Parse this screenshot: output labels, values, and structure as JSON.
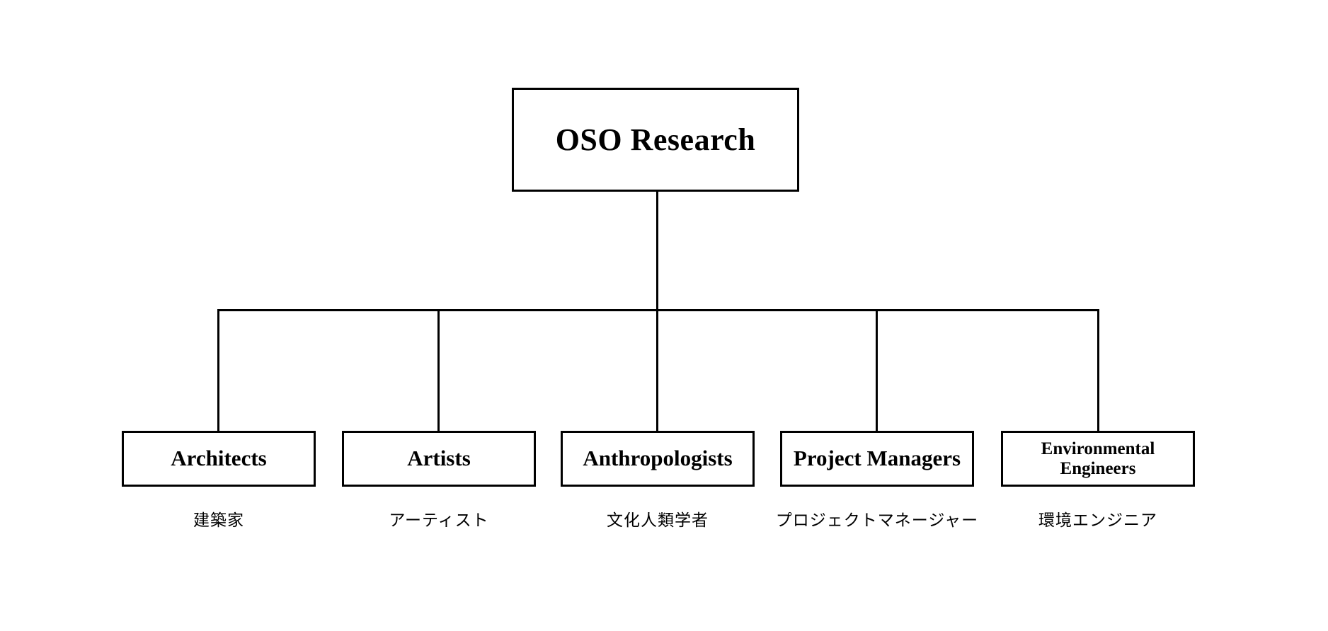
{
  "colors": {
    "background": "#ffffff",
    "line": "#000000",
    "text": "#000000"
  },
  "org_chart": {
    "root": {
      "label": "OSO Research"
    },
    "children": [
      {
        "label": "Architects",
        "caption": "建築家"
      },
      {
        "label": "Artists",
        "caption": "アーティスト"
      },
      {
        "label": "Anthropologists",
        "caption": "文化人類学者"
      },
      {
        "label": "Project Managers",
        "caption": "プロジェクトマネージャー"
      },
      {
        "label": "Environmental Engineers",
        "caption": "環境エンジニア"
      }
    ]
  }
}
